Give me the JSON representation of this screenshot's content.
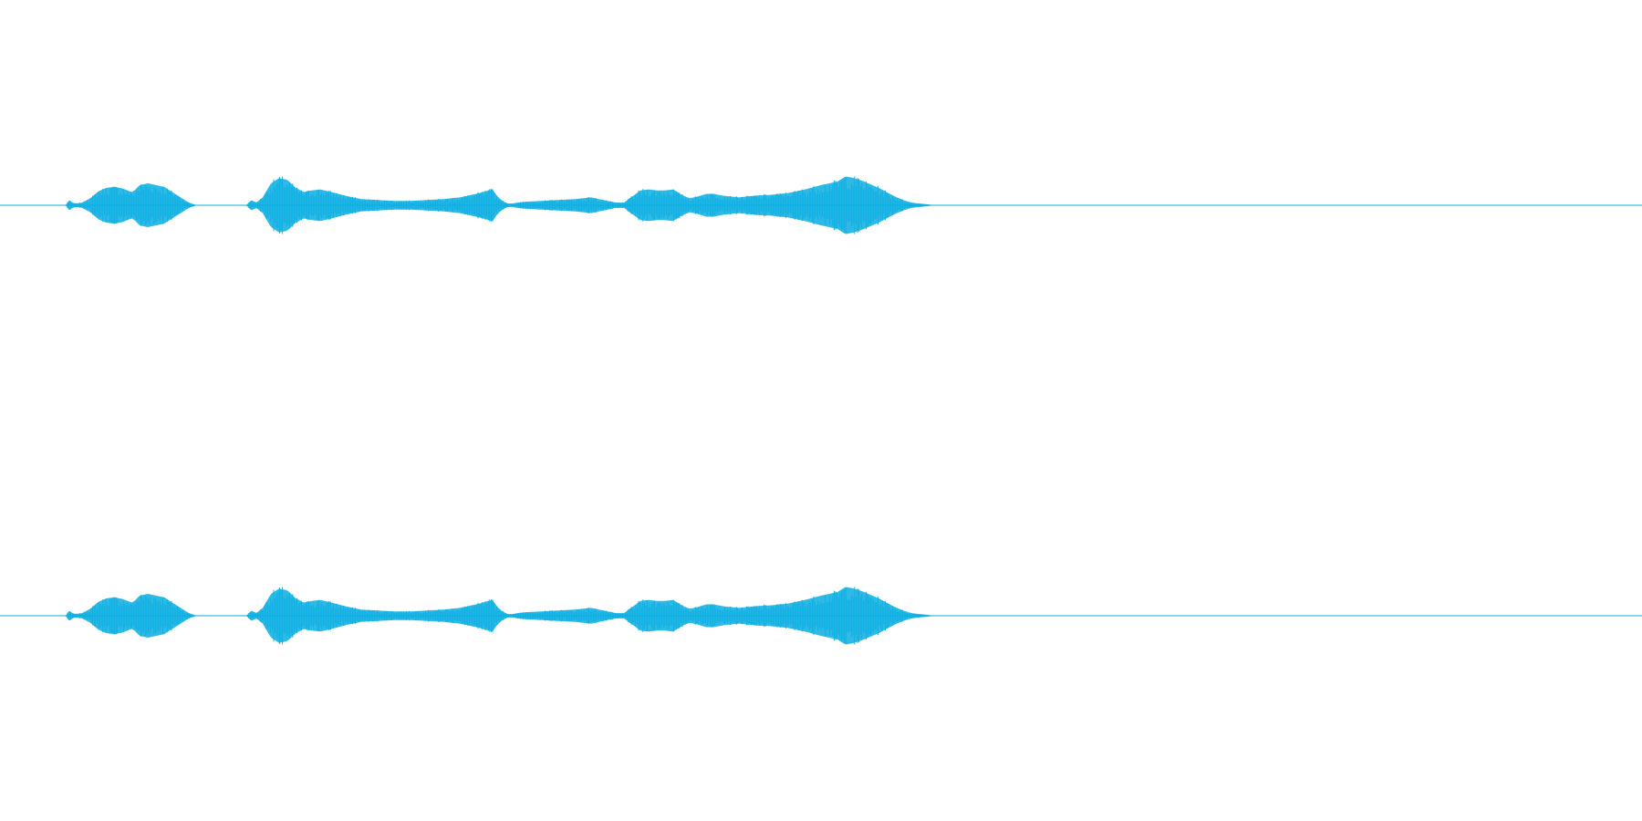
{
  "colors": {
    "waveform": "#0aaee2",
    "background": "#ffffff"
  },
  "chart_data": {
    "type": "area",
    "title": "",
    "xlabel": "",
    "ylabel": "",
    "grid": false,
    "legend": "none",
    "ylim": [
      -1,
      1
    ],
    "x_range": [
      0,
      1
    ],
    "envelope_x": [
      0.0,
      0.04,
      0.042,
      0.044,
      0.046,
      0.05,
      0.055,
      0.06,
      0.065,
      0.07,
      0.075,
      0.08,
      0.082,
      0.085,
      0.09,
      0.095,
      0.1,
      0.105,
      0.11,
      0.115,
      0.12,
      0.125,
      0.15,
      0.153,
      0.156,
      0.16,
      0.165,
      0.17,
      0.175,
      0.18,
      0.185,
      0.19,
      0.195,
      0.2,
      0.21,
      0.22,
      0.23,
      0.24,
      0.25,
      0.26,
      0.27,
      0.28,
      0.29,
      0.3,
      0.303,
      0.306,
      0.309,
      0.312,
      0.315,
      0.32,
      0.33,
      0.34,
      0.35,
      0.36,
      0.37,
      0.375,
      0.38,
      0.385,
      0.39,
      0.395,
      0.4,
      0.405,
      0.41,
      0.415,
      0.42,
      0.425,
      0.43,
      0.435,
      0.44,
      0.445,
      0.45,
      0.455,
      0.46,
      0.47,
      0.48,
      0.49,
      0.5,
      0.51,
      0.515,
      0.52,
      0.525,
      0.53,
      0.535,
      0.54,
      0.545,
      0.55,
      0.555,
      0.56,
      0.565,
      0.57,
      0.573,
      0.576,
      0.58,
      0.1,
      1.0
    ],
    "series": [
      {
        "values": [
          0.0,
          0.0,
          0.12,
          0.06,
          0.04,
          0.06,
          0.16,
          0.32,
          0.4,
          0.42,
          0.38,
          0.3,
          0.34,
          0.46,
          0.5,
          0.46,
          0.42,
          0.3,
          0.18,
          0.06,
          0.0,
          0.0,
          0.0,
          0.12,
          0.06,
          0.18,
          0.5,
          0.62,
          0.58,
          0.4,
          0.3,
          0.34,
          0.36,
          0.32,
          0.22,
          0.14,
          0.12,
          0.1,
          0.1,
          0.12,
          0.14,
          0.18,
          0.26,
          0.36,
          0.2,
          0.1,
          0.04,
          0.04,
          0.06,
          0.08,
          0.1,
          0.12,
          0.14,
          0.18,
          0.1,
          0.06,
          0.06,
          0.2,
          0.34,
          0.36,
          0.34,
          0.34,
          0.36,
          0.24,
          0.16,
          0.2,
          0.26,
          0.26,
          0.22,
          0.2,
          0.18,
          0.2,
          0.22,
          0.24,
          0.28,
          0.36,
          0.46,
          0.54,
          0.66,
          0.62,
          0.56,
          0.48,
          0.4,
          0.3,
          0.2,
          0.12,
          0.06,
          0.04,
          0.02,
          0.0,
          0.0,
          0.0,
          0.0,
          0.0,
          0.0
        ]
      },
      {
        "values": [
          0.0,
          0.0,
          0.12,
          0.06,
          0.04,
          0.06,
          0.16,
          0.32,
          0.4,
          0.42,
          0.38,
          0.3,
          0.34,
          0.46,
          0.5,
          0.46,
          0.42,
          0.3,
          0.18,
          0.06,
          0.0,
          0.0,
          0.0,
          0.12,
          0.06,
          0.18,
          0.5,
          0.62,
          0.58,
          0.4,
          0.3,
          0.34,
          0.36,
          0.32,
          0.22,
          0.14,
          0.12,
          0.1,
          0.1,
          0.12,
          0.14,
          0.18,
          0.26,
          0.36,
          0.2,
          0.1,
          0.04,
          0.04,
          0.06,
          0.08,
          0.1,
          0.12,
          0.14,
          0.18,
          0.1,
          0.06,
          0.06,
          0.2,
          0.34,
          0.36,
          0.34,
          0.34,
          0.36,
          0.24,
          0.16,
          0.2,
          0.26,
          0.26,
          0.22,
          0.2,
          0.18,
          0.2,
          0.22,
          0.24,
          0.28,
          0.36,
          0.46,
          0.54,
          0.66,
          0.62,
          0.56,
          0.48,
          0.4,
          0.3,
          0.2,
          0.12,
          0.06,
          0.04,
          0.02,
          0.0,
          0.0,
          0.0,
          0.0,
          0.0,
          0.0
        ]
      }
    ]
  }
}
